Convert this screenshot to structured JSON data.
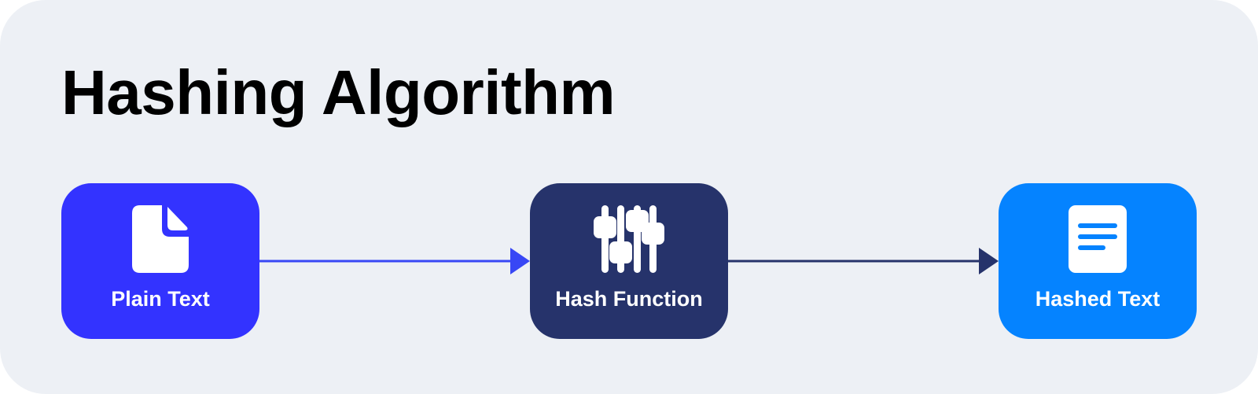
{
  "title": "Hashing Algorithm",
  "colors": {
    "background": "#EDF0F5",
    "plain_text": "#3333FF",
    "hash_function": "#26336B",
    "hashed_text": "#0583FF",
    "arrow_1": "#3847F5",
    "arrow_2": "#26336B",
    "icon": "#FFFFFF"
  },
  "nodes": [
    {
      "id": "plain",
      "label": "Plain Text",
      "icon": "file-icon"
    },
    {
      "id": "hash",
      "label": "Hash Function",
      "icon": "sliders-icon"
    },
    {
      "id": "hashed",
      "label": "Hashed Text",
      "icon": "document-lines-icon"
    }
  ],
  "edges": [
    {
      "from": "plain",
      "to": "hash"
    },
    {
      "from": "hash",
      "to": "hashed"
    }
  ]
}
